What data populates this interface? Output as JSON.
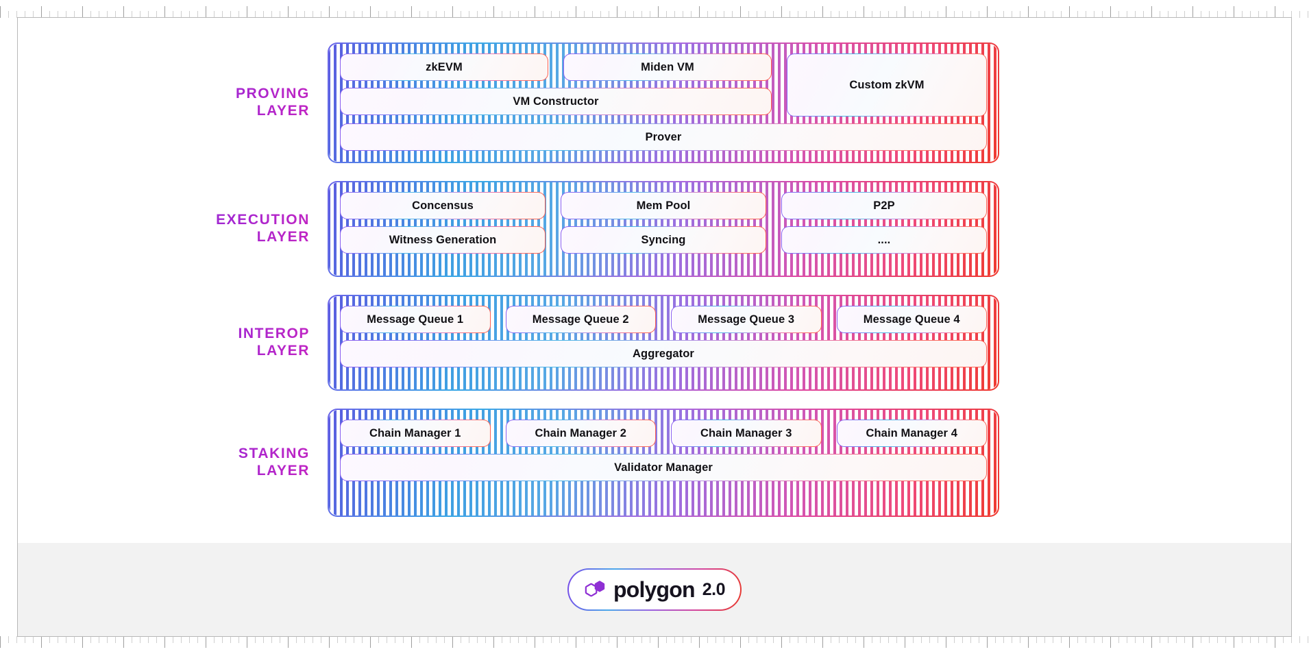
{
  "page": {
    "background": "#ffffff",
    "footer_background": "#f2f2f2",
    "accent_purple": "#8b2fd6",
    "accent_magenta": "#c724c0",
    "border_gradient": [
      "#8b5cf0",
      "#49b6e6",
      "#e874a8",
      "#fc5b4e"
    ]
  },
  "layers": [
    {
      "id": "proving",
      "label_line1": "PROVING",
      "label_line2": "LAYER",
      "left_rows": [
        {
          "cards": [
            "zkEVM",
            "Miden VM"
          ]
        },
        {
          "cards": [
            "VM Constructor"
          ]
        }
      ],
      "right_card": "Custom zkVM",
      "full_width_card": "Prover"
    },
    {
      "id": "execution",
      "label_line1": "EXECUTION",
      "label_line2": "LAYER",
      "rows": [
        {
          "cards": [
            "Concensus",
            "Mem Pool",
            "P2P"
          ]
        },
        {
          "cards": [
            "Witness Generation",
            "Syncing",
            "...."
          ]
        }
      ]
    },
    {
      "id": "interop",
      "label_line1": "INTEROP",
      "label_line2": "LAYER",
      "rows": [
        {
          "cards": [
            "Message Queue 1",
            "Message Queue 2",
            "Message Queue 3",
            "Message Queue 4"
          ]
        }
      ],
      "full_width_card": "Aggregator"
    },
    {
      "id": "staking",
      "label_line1": "STAKING",
      "label_line2": "LAYER",
      "rows": [
        {
          "cards": [
            "Chain Manager 1",
            "Chain Manager 2",
            "Chain Manager 3",
            "Chain Manager 4"
          ]
        }
      ],
      "full_width_card": "Validator Manager"
    }
  ],
  "footer": {
    "logo_icon": "polygon-hexagon-icon",
    "brand": "polygon",
    "version": "2.0"
  }
}
